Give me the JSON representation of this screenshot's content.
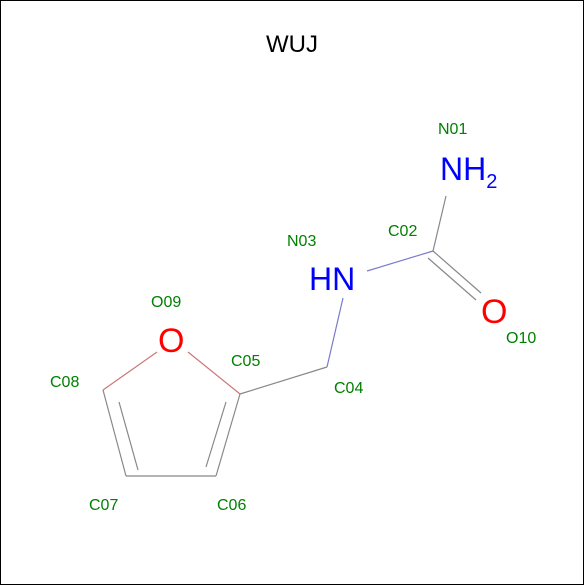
{
  "title": "WUJ",
  "colors": {
    "bond": "#000000",
    "label": "#008000",
    "nitrogen": "#0000ff",
    "oxygen": "#ff0000"
  },
  "atoms": {
    "N01": {
      "label": "N01",
      "symbol": "NH",
      "subscript": "2"
    },
    "C02": {
      "label": "C02"
    },
    "N03": {
      "label": "N03",
      "symbol": "HN"
    },
    "C04": {
      "label": "C04"
    },
    "C05": {
      "label": "C05"
    },
    "C06": {
      "label": "C06"
    },
    "C07": {
      "label": "C07"
    },
    "C08": {
      "label": "C08"
    },
    "O09": {
      "label": "O09",
      "symbol": "O"
    },
    "O10": {
      "label": "O10",
      "symbol": "O"
    }
  }
}
